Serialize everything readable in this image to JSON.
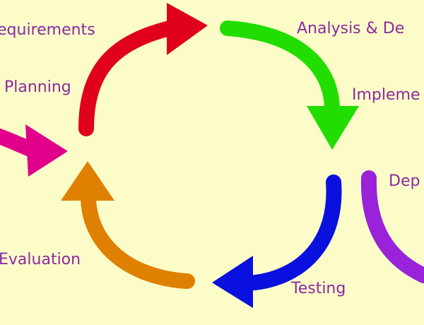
{
  "diagram": {
    "background": "#fcfcc8",
    "text_color": "#8a2aa0",
    "labels": {
      "requirements": "equirements",
      "planning": "Planning",
      "analysis_design": "Analysis & De",
      "implementation": "Impleme",
      "deployment": "Dep",
      "testing": "Testing",
      "evaluation": "Evaluation"
    },
    "arrow_colors": {
      "requirements": "#e0001c",
      "analysis_design": "#22dd00",
      "implementation_testing": "#0a10dd",
      "evaluation": "#e08000",
      "initial": "#e0008c",
      "deployment": "#9a22d8"
    }
  }
}
